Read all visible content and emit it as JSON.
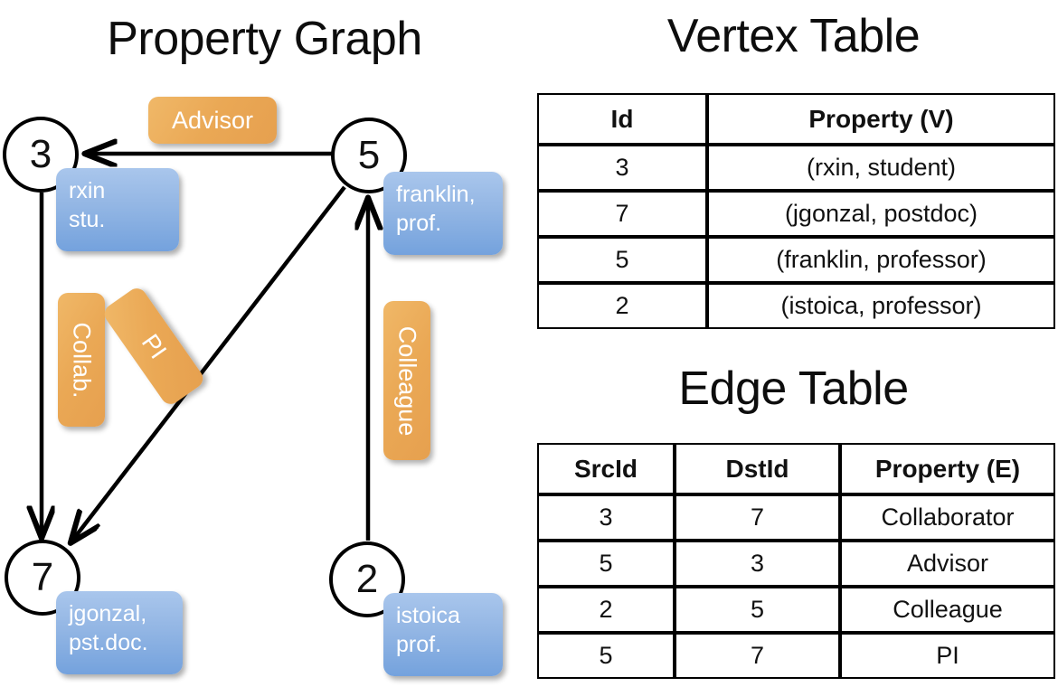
{
  "panels": {
    "graph_title": "Property Graph",
    "vertex_table_title": "Vertex Table",
    "edge_table_title": "Edge Table"
  },
  "graph": {
    "nodes": [
      {
        "id": "3",
        "property": "rxin\nstu."
      },
      {
        "id": "5",
        "property": "franklin,\nprof."
      },
      {
        "id": "7",
        "property": "jgonzal,\npst.doc."
      },
      {
        "id": "2",
        "property": "istoica\nprof."
      }
    ],
    "node_labels": {
      "n3": "3",
      "n5": "5",
      "n7": "7",
      "n2": "2"
    },
    "properties": {
      "rxin_line1": "rxin",
      "rxin_line2": "stu.",
      "franklin_line1": "franklin,",
      "franklin_line2": "prof.",
      "jgonzal_line1": "jgonzal,",
      "jgonzal_line2": "pst.doc.",
      "istoica_line1": "istoica",
      "istoica_line2": "prof."
    },
    "edge_labels": {
      "advisor": "Advisor",
      "collab": "Collab.",
      "pi": "PI",
      "colleague": "Colleague"
    },
    "edges": [
      {
        "src": "5",
        "dst": "3",
        "label": "Advisor"
      },
      {
        "src": "3",
        "dst": "7",
        "label": "Collab."
      },
      {
        "src": "5",
        "dst": "7",
        "label": "PI"
      },
      {
        "src": "2",
        "dst": "5",
        "label": "Colleague"
      }
    ]
  },
  "vertex_table": {
    "headers": [
      "Id",
      "Property (V)"
    ],
    "rows": [
      {
        "id": "3",
        "property": "(rxin, student)"
      },
      {
        "id": "7",
        "property": "(jgonzal, postdoc)"
      },
      {
        "id": "5",
        "property": "(franklin, professor)"
      },
      {
        "id": "2",
        "property": "(istoica, professor)"
      }
    ]
  },
  "edge_table": {
    "headers": [
      "SrcId",
      "DstId",
      "Property (E)"
    ],
    "rows": [
      {
        "src": "3",
        "dst": "7",
        "property": "Collaborator"
      },
      {
        "src": "5",
        "dst": "3",
        "property": "Advisor"
      },
      {
        "src": "2",
        "dst": "5",
        "property": "Colleague"
      },
      {
        "src": "5",
        "dst": "7",
        "property": "PI"
      }
    ]
  },
  "colors": {
    "vertex_property_fill": "#d2ddef",
    "edge_property_fill": "#f8ddc0",
    "node_box_blue": "#93b6e4",
    "edge_label_orange": "#eaa855",
    "stroke": "#000000",
    "background": "#ffffff"
  }
}
